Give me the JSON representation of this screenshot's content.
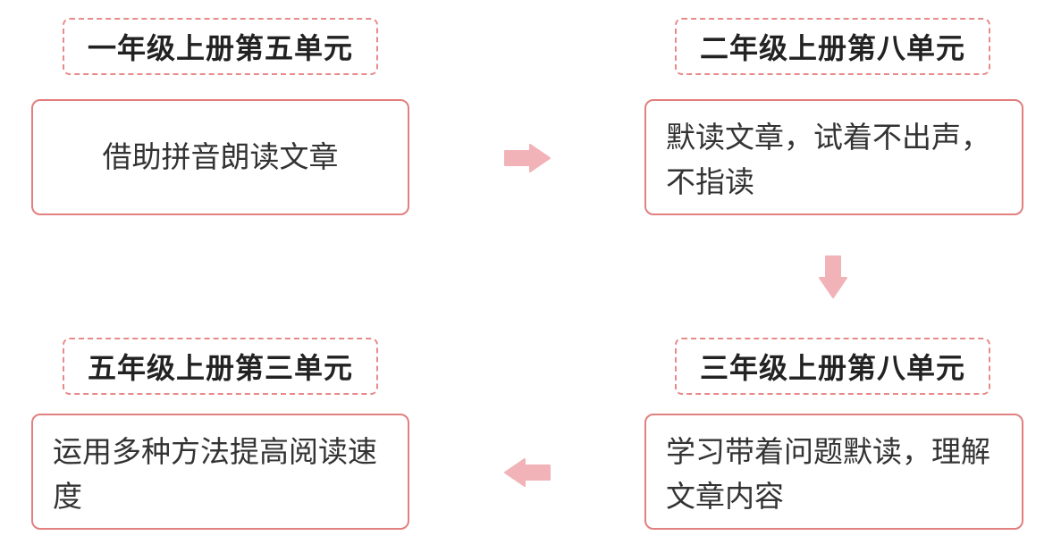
{
  "steps": [
    {
      "unit": "一年级上册第五单元",
      "text": "借助拼音朗读文章"
    },
    {
      "unit": "二年级上册第八单元",
      "text": "默读文章，试着不出声，不指读"
    },
    {
      "unit": "三年级上册第八单元",
      "text": "学习带着问题默读，理解文章内容"
    },
    {
      "unit": "五年级上册第三单元",
      "text": "运用多种方法提高阅读速度"
    }
  ],
  "colors": {
    "border": "#e27f7f",
    "dashed": "#e88a8a",
    "arrow": "#f2b3b8"
  }
}
